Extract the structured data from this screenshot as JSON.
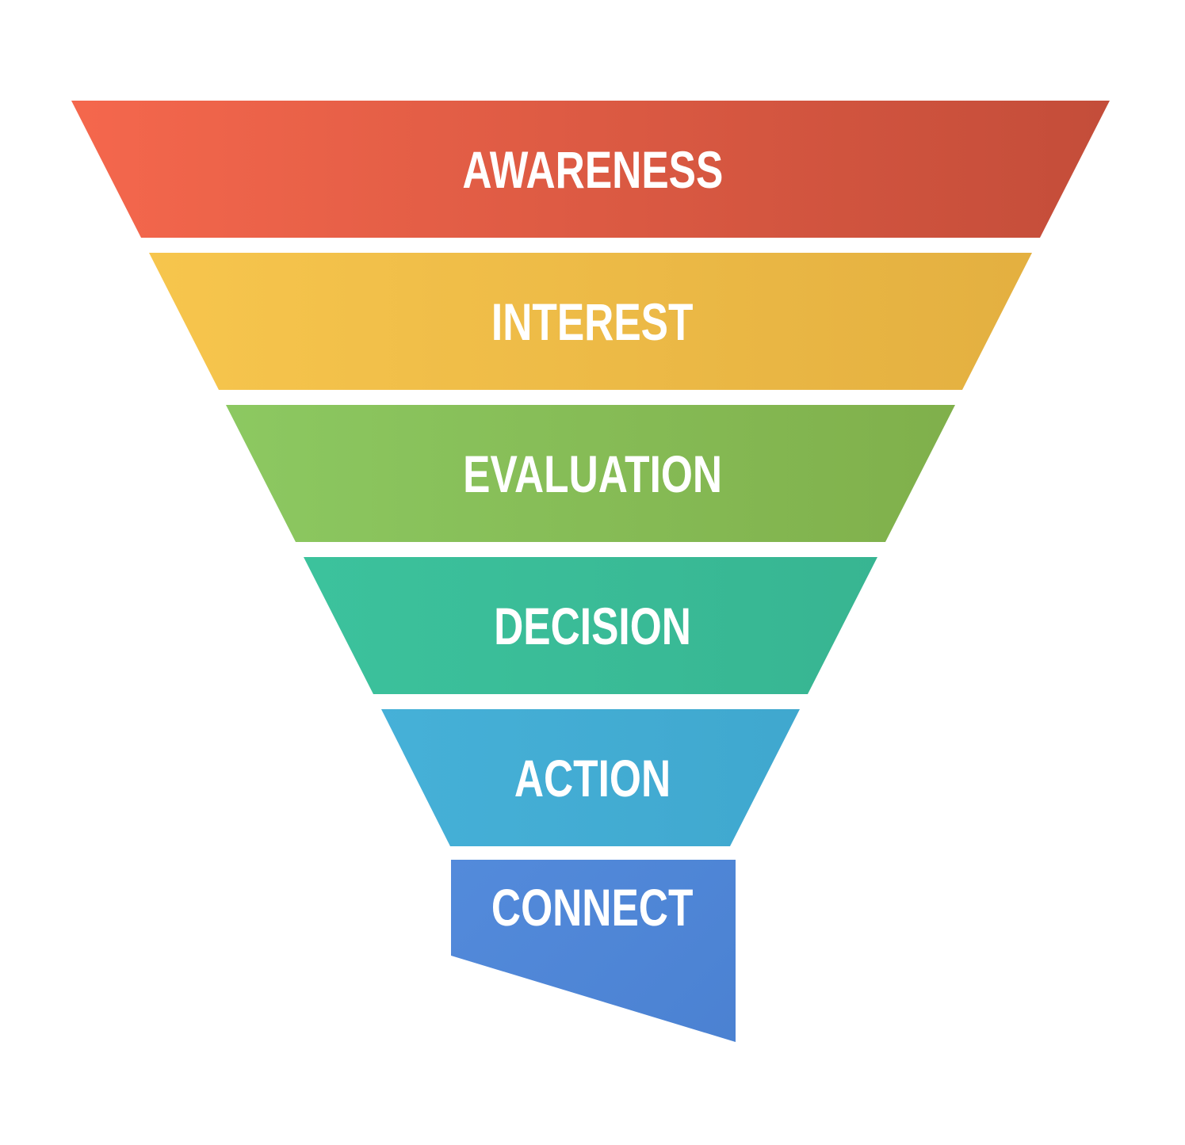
{
  "funnel": {
    "background_color": "#FFFFFF",
    "text_color": "#FFFFFF",
    "stages": [
      {
        "label": "AWARENESS",
        "color_start": "#F8694E",
        "color_end": "#C04B38",
        "gradient_dir": "to right"
      },
      {
        "label": "INTEREST",
        "color_start": "#FAC94F",
        "color_end": "#E0AC3E",
        "gradient_dir": "to right"
      },
      {
        "label": "EVALUATION",
        "color_start": "#90D068",
        "color_end": "#7CA844",
        "gradient_dir": "to right"
      },
      {
        "label": "DECISION",
        "color_start": "#3EC9A2",
        "color_end": "#35AE8C",
        "gradient_dir": "to right"
      },
      {
        "label": "ACTION",
        "color_start": "#4BB8E0",
        "color_end": "#3AA0C6",
        "gradient_dir": "to right"
      },
      {
        "label": "CONNECT",
        "color_start": "#5B93E4",
        "color_end": "#4379C9",
        "gradient_dir": "135deg"
      }
    ]
  }
}
